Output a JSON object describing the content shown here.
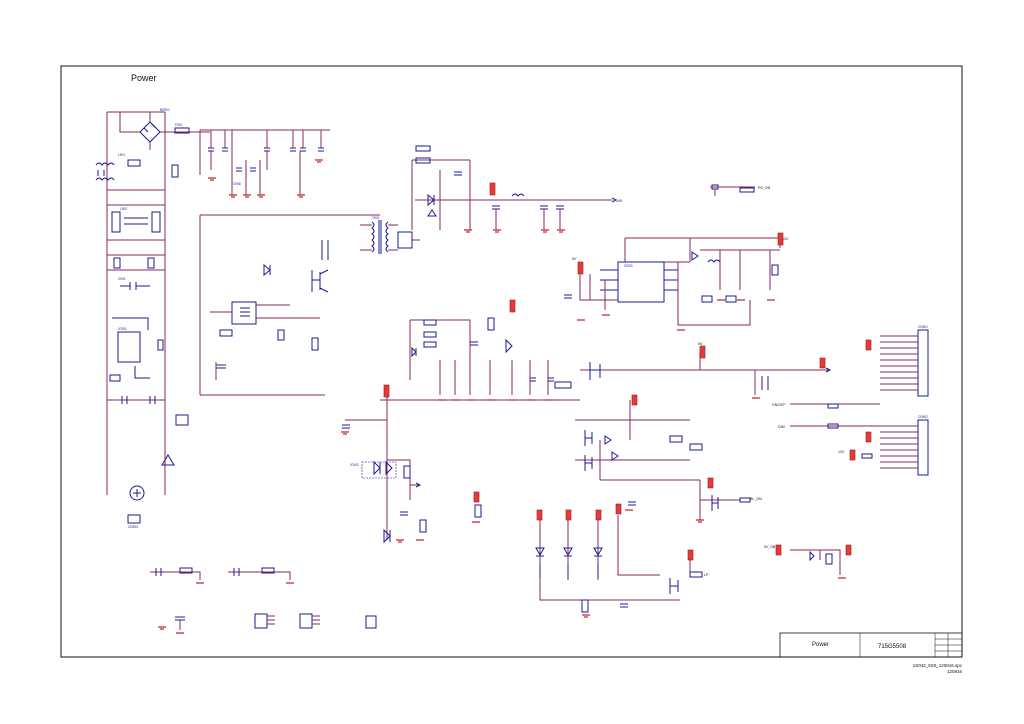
{
  "sheet": {
    "title": "Power",
    "title_block": {
      "name": "Power",
      "model": "715G5508",
      "file": "1S042_5S0_120816.spc",
      "date": "120816"
    }
  },
  "nets": {
    "v24": "24V",
    "v12a": "12V",
    "v5a": "5V",
    "v5b": "5V",
    "v12b": "12V",
    "ps_on": "PS_ON",
    "bl_on": "BL_ON",
    "dim": "DIM",
    "on_off": "ON/OFF",
    "lp": "LP",
    "v5_sb": "5V_SB"
  },
  "labels": {
    "bridge": "BD901",
    "fuse": "F901",
    "cm_choke1": "L901",
    "cm_choke2": "L902",
    "xcap": "C901",
    "bulk_cap": "C908",
    "pfc_ic": "IC901",
    "transformer": "T901",
    "photocoupler": "IC902",
    "regulator": "IC903",
    "conn_main": "CN901",
    "conn_lcd": "CN902",
    "ac_inlet": "CN903"
  }
}
